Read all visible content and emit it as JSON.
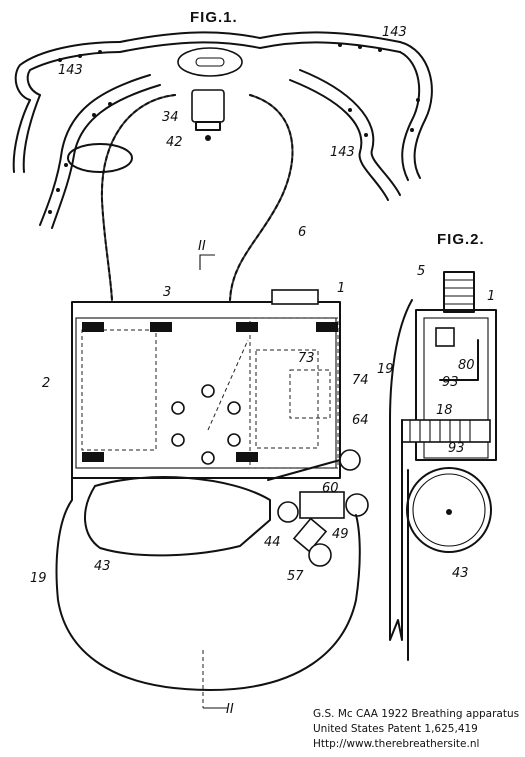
{
  "figures": {
    "fig1_title": "FIG.1.",
    "fig2_title": "FIG.2."
  },
  "fig1_labels": {
    "strap_top_right": "143",
    "strap_left": "143",
    "strap_lower_right": "143",
    "valve_top": "34",
    "valve_screw": "42",
    "hose_right": "6",
    "section_mark_top": "II",
    "cover": "3",
    "casing_top_right": "1",
    "side_box": "2",
    "inner_73": "73",
    "inner_74": "74",
    "pipe_64": "64",
    "valve_60": "60",
    "valve_44": "44",
    "valve_49": "49",
    "valve_57": "57",
    "bag_43": "43",
    "bag_19": "19",
    "section_mark_bottom": "II"
  },
  "fig2_labels": {
    "hose_5": "5",
    "casing_1": "1",
    "bag_19": "19",
    "part_80": "80",
    "part_93_top": "93",
    "part_18": "18",
    "part_93_bottom": "93",
    "bag_43": "43"
  },
  "caption": {
    "line1": "G.S. Mc CAA 1922 Breathing apparatus",
    "line2": "United States Patent 1,625,419",
    "line3": "Http://www.therebreathersite.nl"
  }
}
